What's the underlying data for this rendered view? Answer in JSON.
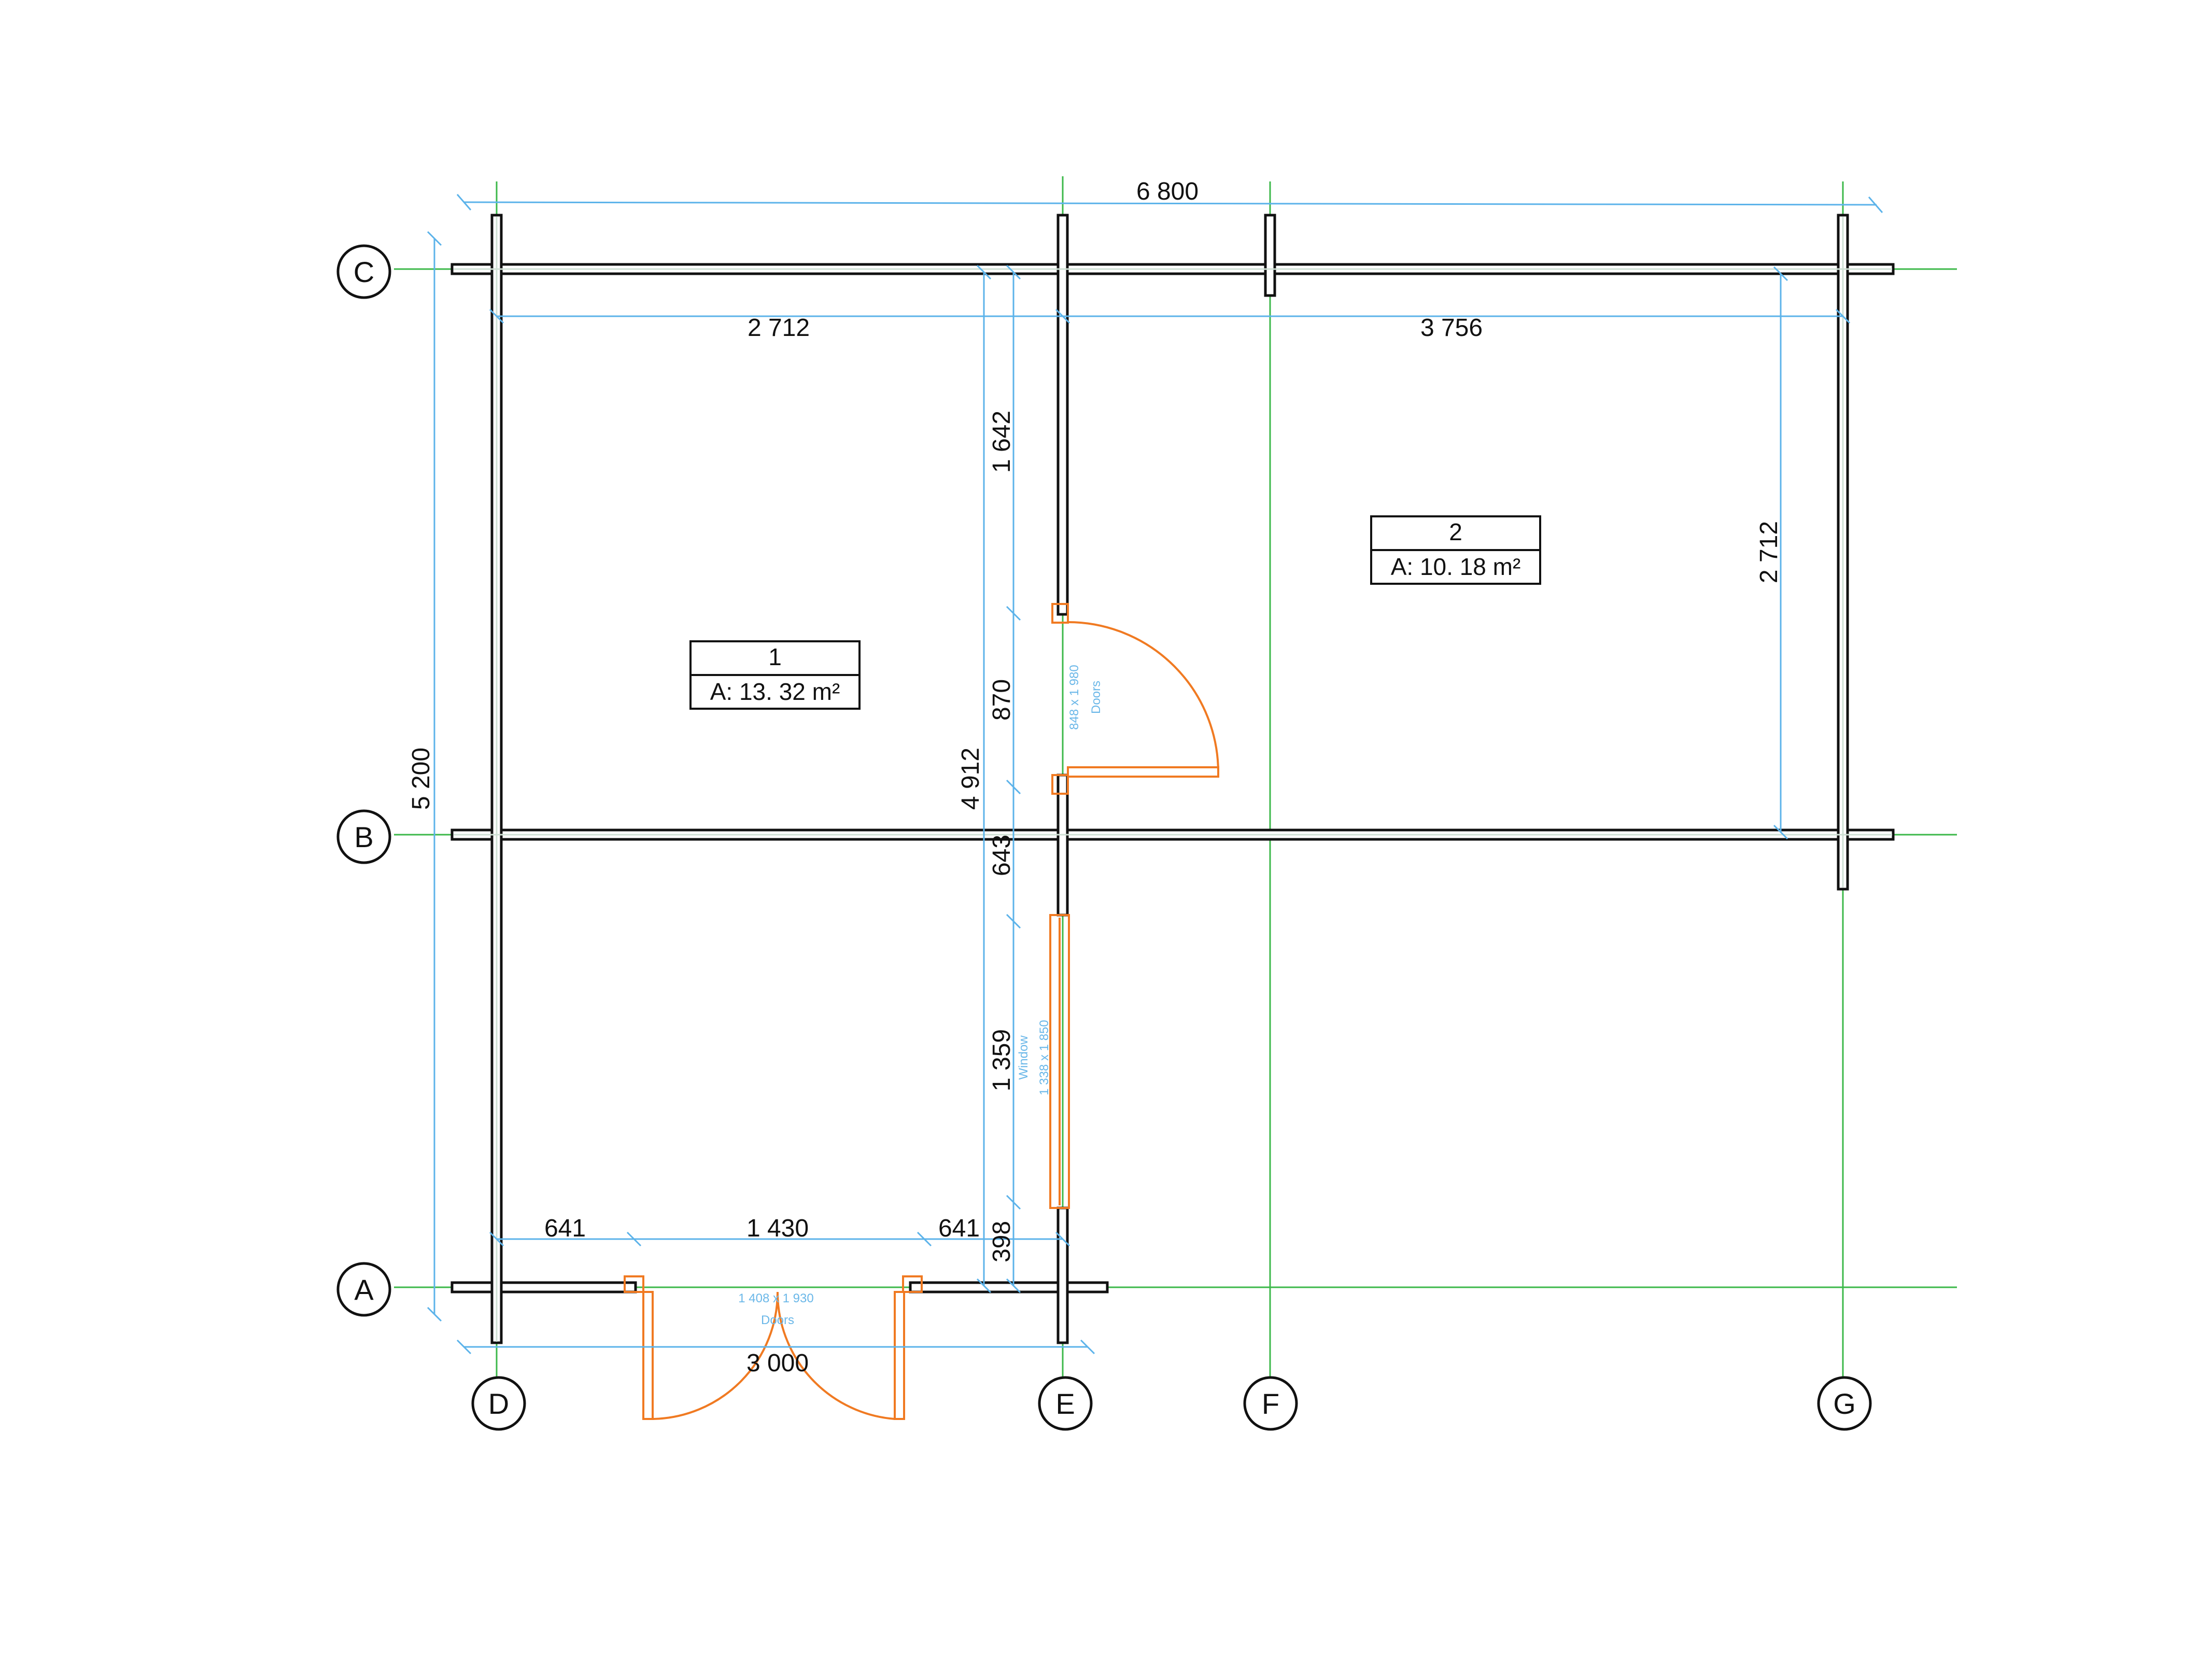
{
  "colors": {
    "grid_line": "#3cb84a",
    "dimension": "#5cb3ea",
    "wall": "#111111",
    "wall_inner": "#cfe0d4",
    "opening": "#f07a22"
  },
  "grid_axes": {
    "rows": [
      "C",
      "B",
      "A"
    ],
    "columns": [
      "D",
      "E",
      "F",
      "G"
    ]
  },
  "rooms": [
    {
      "number": "1",
      "area": "A: 13. 32 m²"
    },
    {
      "number": "2",
      "area": "A: 10. 18 m²"
    }
  ],
  "dimensions": {
    "overall_width": "6 800",
    "room1_width": "2 712",
    "room2_width": "3 756",
    "overall_depth": "5 200",
    "room2_depth": "2 712",
    "interior_depth": "4 912",
    "partition_segment_top": "1 642",
    "partition_door": "870",
    "partition_segment_mid": "643",
    "partition_window": "1 359",
    "partition_segment_bottom": "398",
    "front_left_pier": "641",
    "front_door": "1 430",
    "front_right_pier": "641",
    "front_width": "3 000"
  },
  "openings": {
    "inner_door_size": "848 x 1 980",
    "inner_door_type": "Doors",
    "window_type": "Window",
    "window_size": "1 338 x 1 850",
    "front_door_size": "1 408 x 1 930",
    "front_door_type": "Doors"
  }
}
